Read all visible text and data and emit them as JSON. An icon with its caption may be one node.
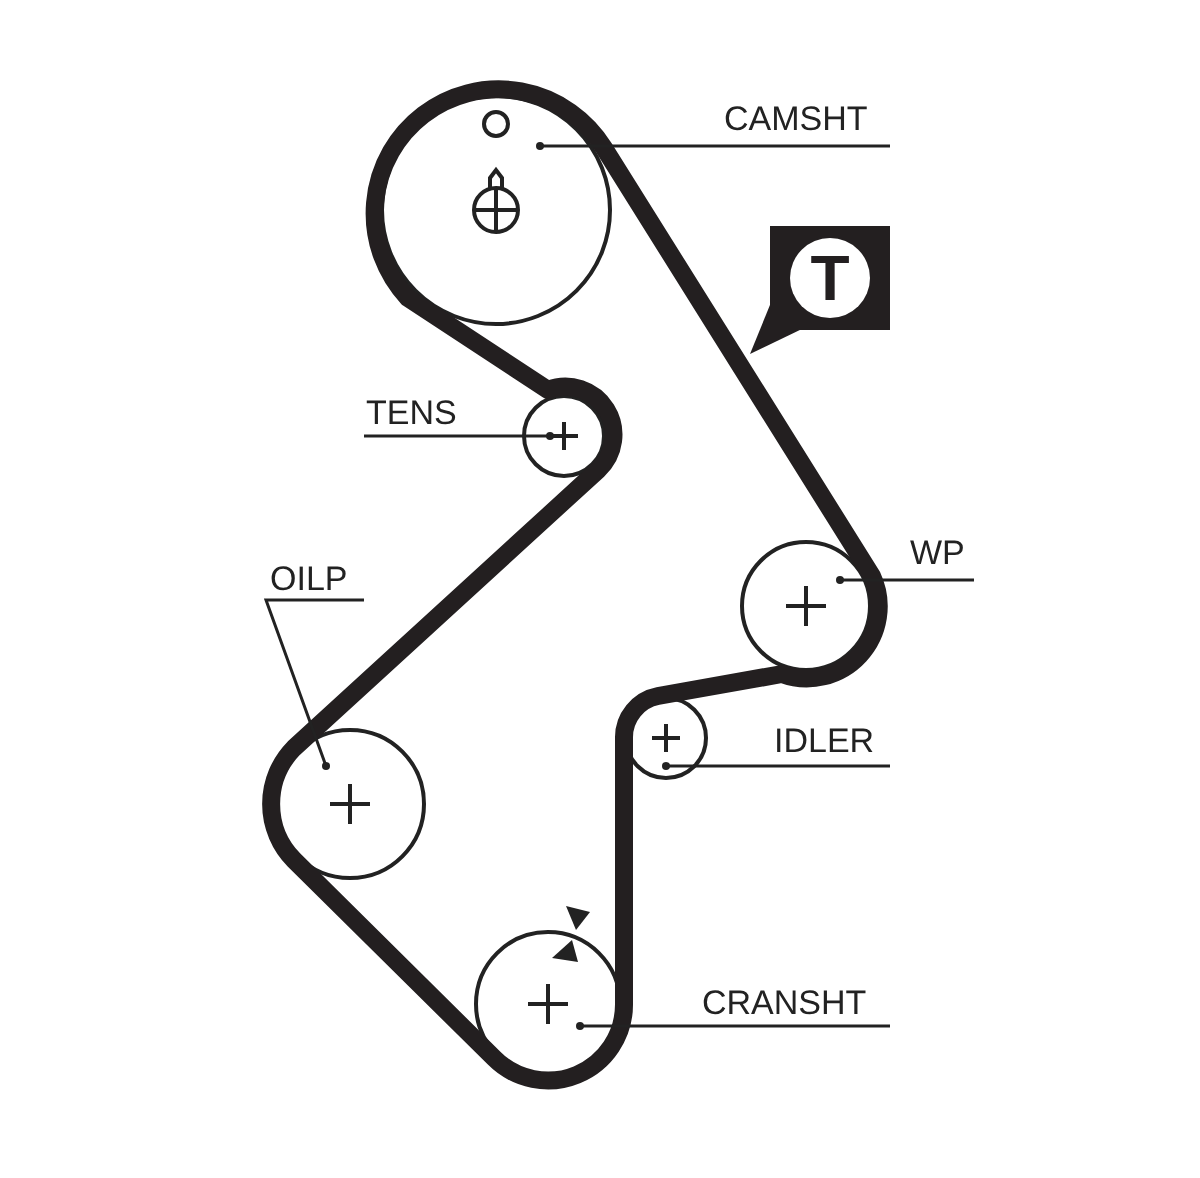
{
  "diagram": {
    "nodes": [
      {
        "text": [
          "CAMSHT"
        ]
      },
      {
        "text": [],
        "shape": "circle"
      },
      {
        "text": [
          "T"
        ]
      },
      {
        "text": [
          "TENS"
        ]
      },
      {
        "text": [],
        "shape": "circle"
      },
      {
        "text": [
          "WP"
        ]
      },
      {
        "text": [],
        "shape": "circle"
      },
      {
        "text": [
          "OILP"
        ]
      },
      {
        "text": [],
        "shape": "circle"
      },
      {
        "text": [
          "IDLER"
        ]
      },
      {
        "text": [],
        "shape": "circle"
      },
      {
        "text": [
          "CRANSHT"
        ]
      },
      {
        "text": [],
        "shape": "circle"
      }
    ],
    "edges": [
      {
        "from": 0,
        "to": 1,
        "arrow": "other"
      },
      {
        "from": 3,
        "to": 4,
        "arrow": "other"
      },
      {
        "from": 5,
        "to": 6,
        "arrow": "other"
      },
      {
        "from": 7,
        "to": 8,
        "arrow": "other"
      },
      {
        "from": 9,
        "to": 10,
        "arrow": "other"
      },
      {
        "from": 11,
        "to": 12,
        "arrow": "other"
      }
    ]
  }
}
